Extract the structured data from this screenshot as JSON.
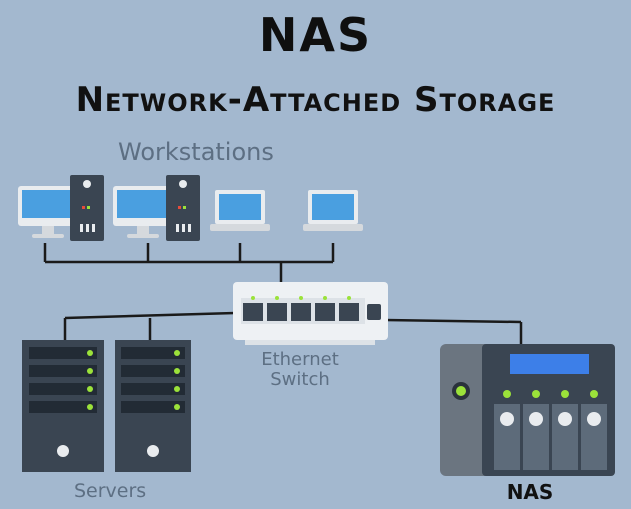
{
  "title": "NAS",
  "subtitle": "Network-Attached Storage",
  "labels": {
    "workstations": "Workstations",
    "switch_line1": "Ethernet",
    "switch_line2": "Switch",
    "servers": "Servers",
    "nas": "NAS"
  },
  "colors": {
    "background": "#a3b8cf",
    "line": "#1a1a1a",
    "monitor_screen": "#4a9fe0",
    "device_dark": "#3a4552",
    "led_green": "#9be23a",
    "nas_display": "#3d7fe8"
  }
}
